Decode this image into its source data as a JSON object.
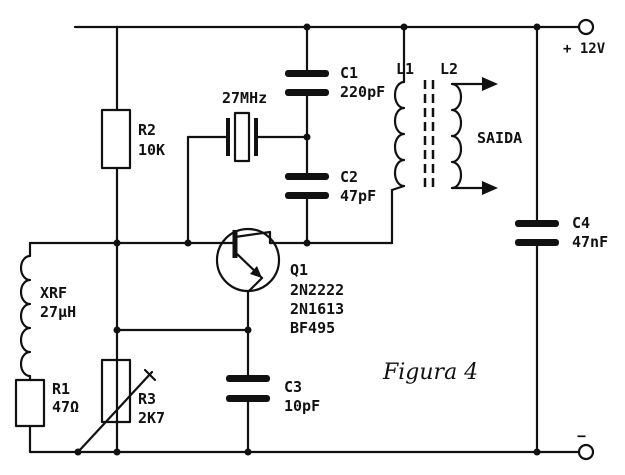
{
  "supply": {
    "positive_label": "+ 12V",
    "negative_label": "−"
  },
  "figure_caption": "Figura 4",
  "components": {
    "R1": {
      "ref": "R1",
      "value": "47Ω"
    },
    "R2": {
      "ref": "R2",
      "value": "10K"
    },
    "R3": {
      "ref": "R3",
      "value": "2K7"
    },
    "C1": {
      "ref": "C1",
      "value": "220pF"
    },
    "C2": {
      "ref": "C2",
      "value": "47pF"
    },
    "C3": {
      "ref": "C3",
      "value": "10pF"
    },
    "C4": {
      "ref": "C4",
      "value": "47nF"
    },
    "XRF": {
      "ref": "XRF",
      "value": "27μH"
    },
    "crystal": {
      "value": "27MHz"
    },
    "L1": {
      "ref": "L1"
    },
    "L2": {
      "ref": "L2"
    },
    "output": {
      "label": "SAIDA"
    },
    "Q1": {
      "ref": "Q1",
      "parts": [
        "2N2222",
        "2N1613",
        "BF495"
      ]
    }
  }
}
